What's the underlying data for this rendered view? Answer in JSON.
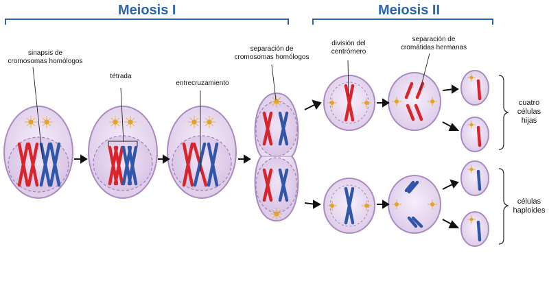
{
  "headers": {
    "meiosis1": "Meiosis I",
    "meiosis2": "Meiosis II"
  },
  "labels": {
    "synapsis": [
      "sinapsis de",
      "cromosomas homólogos"
    ],
    "tetrad": "tétrada",
    "crossing_over": "entrecruzamiento",
    "homolog_separation": [
      "separación de",
      "cromosomas homólogos"
    ],
    "centromere_division": [
      "división del",
      "centrómero"
    ],
    "chromatid_separation": [
      "separación de",
      "cromátidas hermanas"
    ]
  },
  "side_labels": {
    "daughters": [
      "cuatro",
      "células",
      "hijas"
    ],
    "haploid": [
      "células",
      "haploides"
    ]
  },
  "colors": {
    "title_blue": "#2b64b0",
    "bracket_blue": "#2b64b0",
    "cell_fill": "#e6d7ee",
    "cell_stroke": "#a98bbf",
    "chromosome_red": "#d8242b",
    "chromosome_blue": "#2f56a8",
    "centrosome": "#e3a520"
  }
}
